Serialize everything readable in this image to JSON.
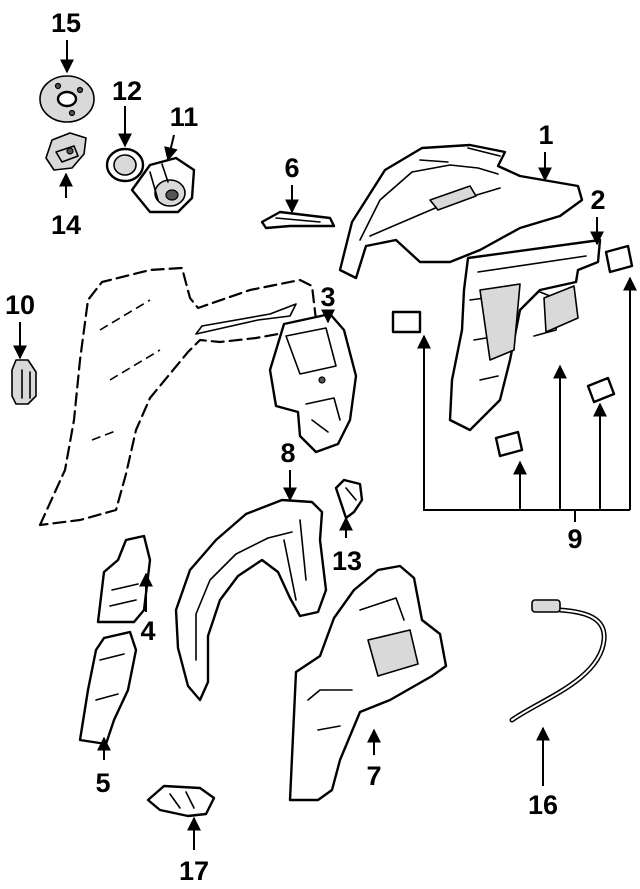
{
  "callouts": [
    {
      "id": "c1",
      "label": "1"
    },
    {
      "id": "c2",
      "label": "2"
    },
    {
      "id": "c3",
      "label": "3"
    },
    {
      "id": "c4",
      "label": "4"
    },
    {
      "id": "c5",
      "label": "5"
    },
    {
      "id": "c6",
      "label": "6"
    },
    {
      "id": "c7",
      "label": "7"
    },
    {
      "id": "c8",
      "label": "8"
    },
    {
      "id": "c9",
      "label": "9"
    },
    {
      "id": "c10",
      "label": "10"
    },
    {
      "id": "c11",
      "label": "11"
    },
    {
      "id": "c12",
      "label": "12"
    },
    {
      "id": "c13",
      "label": "13"
    },
    {
      "id": "c14",
      "label": "14"
    },
    {
      "id": "c15",
      "label": "15"
    },
    {
      "id": "c16",
      "label": "16"
    },
    {
      "id": "c17",
      "label": "17"
    }
  ],
  "colors": {
    "ink": "#000000",
    "paper": "#ffffff",
    "shade": "#d9d9d9"
  }
}
